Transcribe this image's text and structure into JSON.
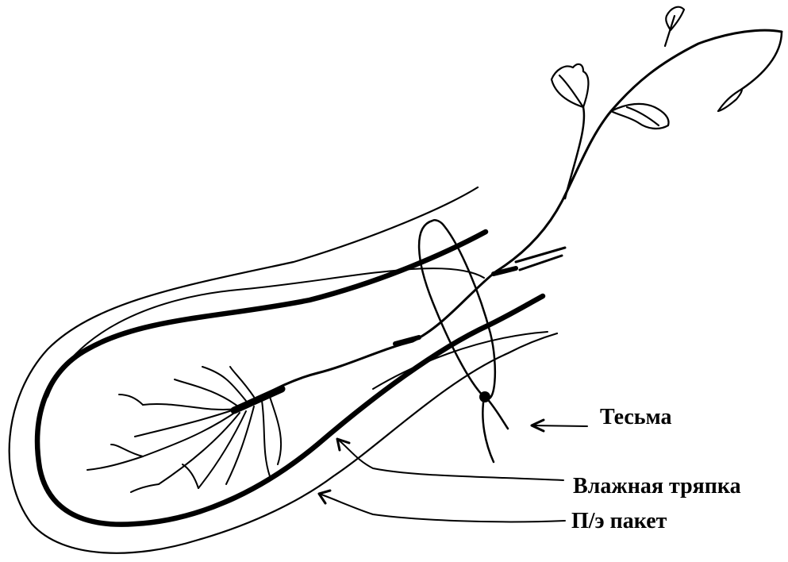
{
  "labels": {
    "tape": "Тесьма",
    "wet_rag": "Влажная тряпка",
    "plastic_bag": "П/э пакет"
  },
  "colors": {
    "ink": "#000000",
    "background": "#ffffff"
  }
}
